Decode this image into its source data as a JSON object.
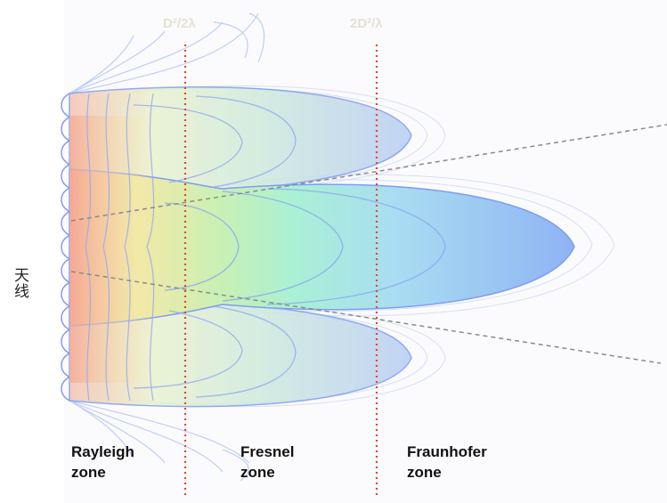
{
  "antenna_label": "天线",
  "boundary_labels": {
    "near": "D²/2λ",
    "far": "2D²/λ"
  },
  "zones": {
    "rayleigh": {
      "line1": "Rayleigh",
      "line2": "zone"
    },
    "fresnel": {
      "line1": "Fresnel",
      "line2": "zone"
    },
    "fraunhofer": {
      "line1": "Fraunhofer",
      "line2": "zone"
    }
  },
  "colors": {
    "boundary_line": "#e8462a",
    "beam_edge": "#7f9cf0",
    "cone_line": "#8a8a8a",
    "rayleigh_fill": "#f4b3a0",
    "fresnel_fill": "#a8f0cc",
    "fraunhofer_fill": "#9fbef5"
  }
}
